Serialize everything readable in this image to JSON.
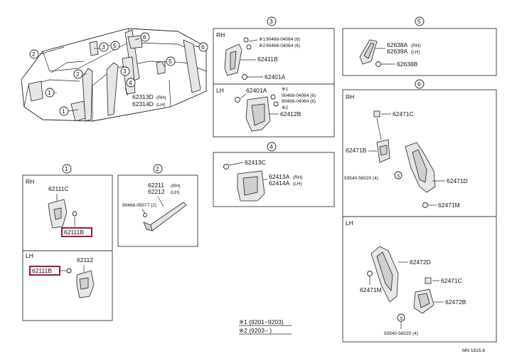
{
  "callouts": [
    "1",
    "2",
    "3",
    "4",
    "5",
    "6"
  ],
  "sides": {
    "rh": "RH",
    "lh": "LH"
  },
  "overview": {
    "p62313d": "62313D",
    "rh": "(RH)",
    "p62314d": "62314D",
    "lh": "(LH)"
  },
  "box1": {
    "rh": {
      "p62111c": "62111C",
      "p62111b": "62111B"
    },
    "lh": {
      "p62112": "62112",
      "p62111b": "62111B"
    }
  },
  "box2": {
    "p62211": "62211",
    "rh": "(RH)",
    "p62212": "62212",
    "lh": "(LH)",
    "clip": "90468-05077 (2)"
  },
  "box3": {
    "rh": {
      "m1": "※1",
      "m2": "※2",
      "c1": "90468-04064 (6)",
      "c2": "90468-04064 (6)",
      "p62411b": "62411B",
      "p62401a": "62401A"
    },
    "lh": {
      "p62401a": "62401A",
      "m1": "※1",
      "c1": "90468-04064 (6)",
      "c2": "90468-04064 (6)",
      "m2": "※2",
      "p62412b": "62412B"
    }
  },
  "box4": {
    "p62413c": "62413C",
    "p62413a": "62413A",
    "rh": "(RH)",
    "p62414a": "62414A",
    "lh": "(LH)"
  },
  "box5": {
    "p62638a": "62638A",
    "rh": "(RH)",
    "p62639a": "62639A",
    "lh": "(LH)",
    "p62638b": "62638B"
  },
  "box6": {
    "rh": {
      "p62471c": "62471C",
      "p62471b": "62471B",
      "screw": "93540-56020 (4)",
      "screw_mark": "S",
      "p62471d": "62471D",
      "p62471m": "62471M"
    },
    "lh": {
      "p62472d": "62472D",
      "p62471m": "62471M",
      "p62471c": "62471C",
      "p62472b": "62472B",
      "screw_mark": "S",
      "screw": "93540-56020 (4)"
    }
  },
  "legend": {
    "l1": "※1 (9201−9203)",
    "l2": "※2 (9203−    )"
  },
  "footer": "MN 1815-8",
  "highlight_color": "#9b1b3a"
}
